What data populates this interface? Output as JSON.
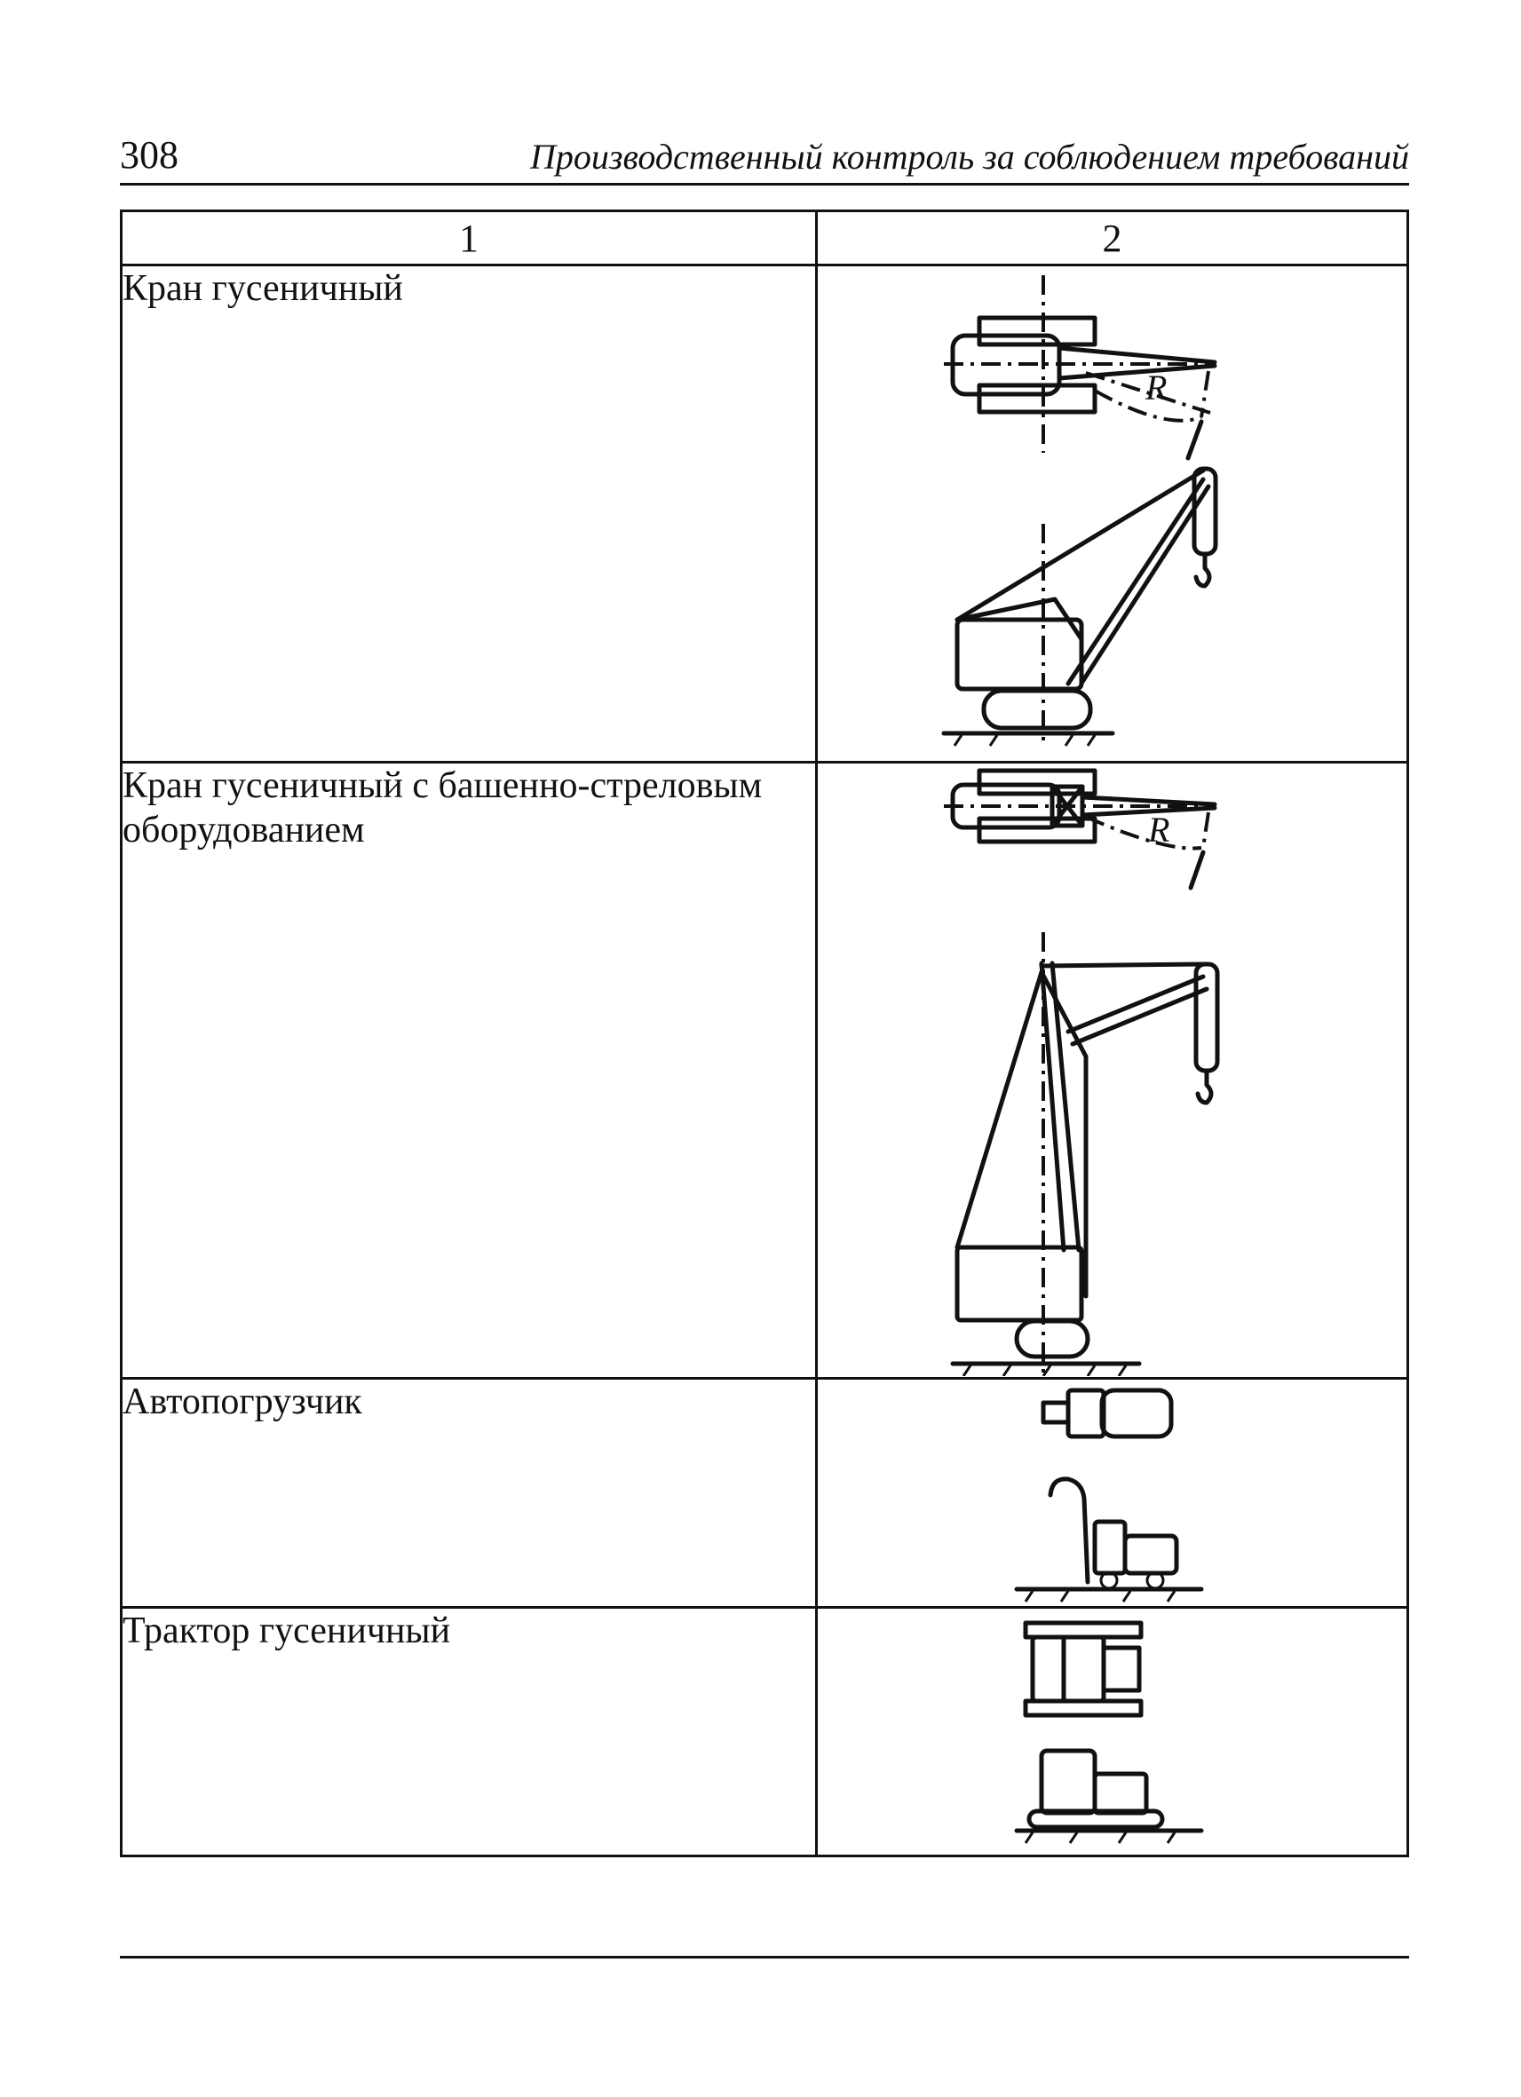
{
  "header": {
    "page_number": "308",
    "running_title": "Производственный контроль за соблюдением требований"
  },
  "table": {
    "columns": [
      "1",
      "2"
    ],
    "rows": [
      {
        "name": "Кран гусеничный",
        "figure": "crawler-crane-figure",
        "radius_label": "R"
      },
      {
        "name": "Кран гусеничный с башенно-стреловым оборудованием",
        "figure": "tower-boom-crane-figure",
        "radius_label": "R"
      },
      {
        "name": "Автопогрузчик",
        "figure": "forklift-figure"
      },
      {
        "name": "Трактор гусеничный",
        "figure": "crawler-tractor-figure"
      }
    ]
  }
}
